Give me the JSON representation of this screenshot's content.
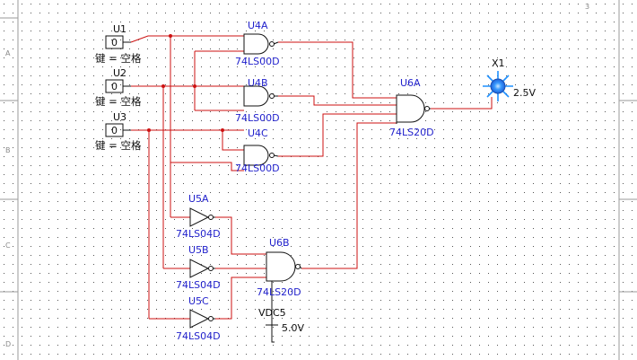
{
  "switches": [
    {
      "ref": "U1",
      "key_label": "键 = 空格",
      "state": "0"
    },
    {
      "ref": "U2",
      "key_label": "键 = 空格",
      "state": "0"
    },
    {
      "ref": "U3",
      "key_label": "键 = 空格",
      "state": "0"
    }
  ],
  "gates": {
    "u4a": {
      "ref": "U4A",
      "part": "74LS00D"
    },
    "u4b": {
      "ref": "U4B",
      "part": "74LS00D"
    },
    "u4c": {
      "ref": "U4C",
      "part": "74LS00D"
    },
    "u6a": {
      "ref": "U6A",
      "part": "74LS20D"
    },
    "u5a": {
      "ref": "U5A",
      "part": "74LS04D"
    },
    "u5b": {
      "ref": "U5B",
      "part": "74LS04D"
    },
    "u5c": {
      "ref": "U5C",
      "part": "74LS04D"
    },
    "u6b": {
      "ref": "U6B",
      "part": "74LS20D"
    }
  },
  "probe": {
    "ref": "X1",
    "value": "2.5V"
  },
  "supply": {
    "ref": "VDC5",
    "value": "5.0V"
  },
  "border_labels": {
    "row_a": "A",
    "row_b": "B",
    "row_c": "C",
    "row_d": "D",
    "col_3": "3"
  },
  "colors": {
    "wire": "#cc1111",
    "component_label": "#2222cc",
    "probe_glow": "#1e90ff"
  }
}
